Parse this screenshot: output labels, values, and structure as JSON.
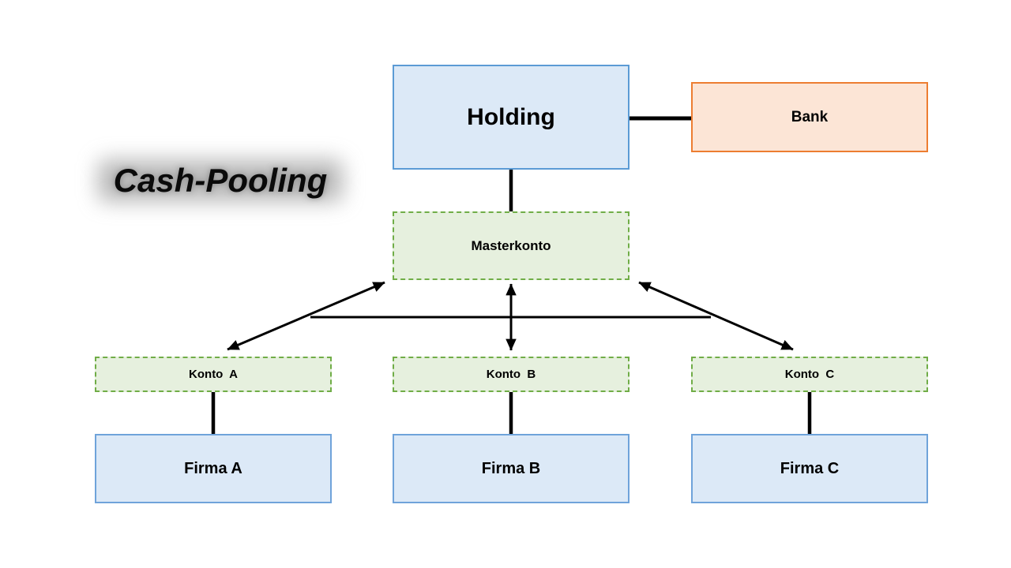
{
  "title": "Cash-Pooling",
  "nodes": {
    "holding": {
      "label": "Holding"
    },
    "bank": {
      "label": "Bank"
    },
    "masterkonto": {
      "label": "Masterkonto"
    },
    "konto_a": {
      "label": "Konto  A"
    },
    "konto_b": {
      "label": "Konto  B"
    },
    "konto_c": {
      "label": "Konto  C"
    },
    "firma_a": {
      "label": "Firma A"
    },
    "firma_b": {
      "label": "Firma B"
    },
    "firma_c": {
      "label": "Firma C"
    }
  },
  "edges": [
    {
      "from": "holding",
      "to": "bank",
      "style": "plain-line"
    },
    {
      "from": "holding",
      "to": "masterkonto",
      "style": "plain-line"
    },
    {
      "from": "masterkonto",
      "to": "konto_a",
      "style": "double-headed-arrow"
    },
    {
      "from": "masterkonto",
      "to": "konto_b",
      "style": "double-headed-arrow"
    },
    {
      "from": "masterkonto",
      "to": "konto_c",
      "style": "double-headed-arrow"
    },
    {
      "from": "konto_a_branch",
      "to": "konto_c_branch",
      "style": "horizontal-crossbar"
    },
    {
      "from": "konto_a",
      "to": "firma_a",
      "style": "plain-line"
    },
    {
      "from": "konto_b",
      "to": "firma_b",
      "style": "plain-line"
    },
    {
      "from": "konto_c",
      "to": "firma_c",
      "style": "plain-line"
    }
  ],
  "colors": {
    "blue_fill": "#dce9f7",
    "blue_border": "#5b9bd5",
    "firma_border": "#6fa3da",
    "orange_fill": "#fce5d6",
    "orange_border": "#ed7d31",
    "green_fill": "#e6f0de",
    "green_border": "#70ad47",
    "line": "#000000"
  }
}
